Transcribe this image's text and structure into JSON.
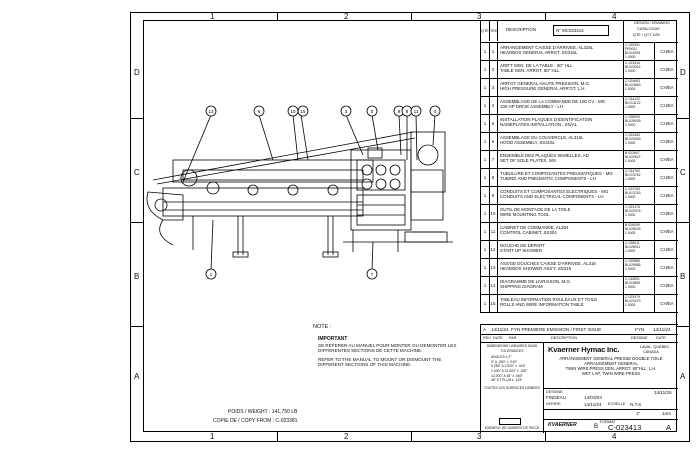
{
  "zones_top": [
    "1",
    "2",
    "3",
    "4"
  ],
  "zones_bottom": [
    "1",
    "2",
    "3",
    "4"
  ],
  "zones_side": [
    "D",
    "C",
    "B",
    "A"
  ],
  "bom": {
    "header": {
      "col_qty": "QTE",
      "col_item": "ITEM",
      "col_desc": "DESCRIPTION",
      "ref": "N° MC023413",
      "design_title": "DESIGN / DRAWING",
      "design_catalog": "CATALOGUE",
      "design_sub": "QTE / QTY   U/M"
    },
    "rows": [
      {
        "qty": "1",
        "item": "1",
        "desc_fr": "ARRANGEMENT CAISSE D'ARRIVEE, AL316L",
        "desc_en": "HEADBOX GENERAL ARRGT, SS316L",
        "part": "C-015391\nPR0011\nBL015391\n1.0000",
        "des": "CH/EA"
      },
      {
        "qty": "1",
        "item": "2",
        "desc_fr": "ARR'T GEN. DE LA TABLE - 80\" HLL",
        "desc_en": "TABLE GEN. ARRGT, 80\" HLL",
        "part": "C-023314\nBL023314\n1.0000",
        "des": "CH/EA"
      },
      {
        "qty": "1",
        "item": "3",
        "desc_fr": "ARR'GT GENERAL HAUTE PRESSION, M.G.",
        "desc_en": "HIGH PRESSURE GENERAL ARR'GT, L.H.",
        "part": "C-024663\nBL024663\n1.0000",
        "des": "CH/EA"
      },
      {
        "qty": "1",
        "item": "4",
        "desc_fr": "ASSEMBLAGE DE LA COMMANDE DE 100 CV - MG",
        "desc_en": "100 HP DRIVE ASSEMBLY - LH",
        "part": "C-014122\nBL014122\n1.0000",
        "des": "CH/EA"
      },
      {
        "qty": "1",
        "item": "5",
        "desc_fr": "INSTALLATION PLAQUES D'IDENTIFICATION",
        "desc_en": "NAMEPLATES INSTALLATION , SS/AL",
        "part": "C-028009\nBL028009\n1.0000",
        "des": "CH/EA"
      },
      {
        "qty": "1",
        "item": "6",
        "desc_fr": "ASSEMBLAGE DU COUVERCLE, AL316L",
        "desc_en": "HOOD ASSEMBLY, SS316L",
        "part": "C-023463\nBL023463\n1.0000",
        "des": "CH/EA"
      },
      {
        "qty": "1",
        "item": "7",
        "desc_fr": "ENSEMBLE DES PLAQUES SEMELLES, AD",
        "desc_en": "SET OF SOLE PLATES, WS",
        "part": "B-022647\nBL022647\n1.0000",
        "des": "CH/EA"
      },
      {
        "qty": "1",
        "item": "8",
        "desc_fr": "TUBULURE ET COMPOSANTES PNEUMATIQUES - MG",
        "desc_en": "TUBING AND PNEUMATIC COMPONENTS - LH",
        "part": "C-013762\nBL013762\n1.0000",
        "des": "CH/EA"
      },
      {
        "qty": "1",
        "item": "9",
        "desc_fr": "CONDUITS ET COMPOSANTES ELECTRIQUES - MG",
        "desc_en": "CONDUITS AND ELECTRICAL COMPONENTS - LH",
        "part": "C-013763\nBL013763\n1.0000",
        "des": "CH/EA"
      },
      {
        "qty": "1",
        "item": "10",
        "desc_fr": "OUTIL DE MONTAGE DE LA TOILE",
        "desc_en": "WIRE MOUNTING TOOL",
        "part": "C-022476\nBL022476\n1.0000",
        "des": "CH/EA"
      },
      {
        "qty": "1",
        "item": "11",
        "desc_fr": "CABINET DE COMMANDE, AL304",
        "desc_en": "CONTROL CABINET, SS304",
        "part": "B-028049\nBL028049\n1.0000",
        "des": "CH/EA"
      },
      {
        "qty": "1",
        "item": "12",
        "desc_fr": "DOUCHE DE DEPART",
        "desc_en": "START UP SHOWER",
        "part": "C-028011\nBL028011\n1.0000",
        "des": "CH/EA"
      },
      {
        "qty": "1",
        "item": "13",
        "desc_fr": "ASS'GE DOUCHES CAISSE D'ARRIVEE, AL316",
        "desc_en": "HEADBOX SHOWER ASS'Y, SS316",
        "part": "C-029885\nBL029885\n1.0000",
        "des": "CH/EA"
      },
      {
        "qty": "1",
        "item": "14",
        "desc_fr": "DIAGRAMME DE LIVRAISON, M.G.",
        "desc_en": "SHIPPING DIAGRAM",
        "part": "C-015891\nBL015891\n1.0000",
        "des": "CH/EA"
      },
      {
        "qty": "1",
        "item": "15",
        "desc_fr": "TABLEAU INFORMATION ROULEAUX ET TOILE",
        "desc_en": "ROLLS AND WIRE INFORMATION TABLE",
        "part": "C-022479\nBL022479\n1.0000",
        "des": "CH/EA"
      }
    ]
  },
  "drawing": {
    "balloons": [
      "13",
      "6",
      "10",
      "15",
      "3",
      "5",
      "9",
      "8",
      "11",
      "4",
      "1",
      "7"
    ],
    "note_title": "NOTE :",
    "important": "IMPORTANT",
    "note_fr": "SE REFERER AU MANUEL POUR MONTER OU DEMONTER LES DIFFERENTES SECTIONS DE CETTE MACHINE.",
    "note_en": "REFER TO THE MANUAL TO MOUNT OR DISMOUNT THE DIFFERENT SECTIONS OF THIS MACHINE.",
    "weight": "POIDS / WEIGHT : 141,750 LB",
    "copy": "COPIE DE / COPY FROM : C-023381"
  },
  "revision": {
    "rev": "A",
    "date": "14/11/24",
    "desc": "FYN PREMIERE EMISSION / FIRST ISSUE",
    "by": "FYN",
    "cols": [
      "REV",
      "DATE",
      "PAR",
      "DESCRIPTION",
      "DESSINE",
      "DATE"
    ]
  },
  "tolerance": {
    "title": "DIMENSIONS LINEAIRES SANS TOLERANCES",
    "lines": [
      "ANGLES ± 2°",
      "0\" A .250\"  ± .010\"",
      "0.250\" A 2.000\"  ± .015\"",
      "2.000\" A 12.000\"  ± .030\"",
      "12.000\" A 48\"  ± .060\"",
      "48\" ET PLUS  ± .125\""
    ],
    "surface": "TOUTES LES SURFACES USINEES",
    "part_label": "EXEMPLE DE NUMERO DE PIECE"
  },
  "title_block": {
    "company": "Kvaerner Hymac Inc.",
    "city": "LAVAL, QUEBEC",
    "country": "CANADA",
    "title_1": "ARRANGEMENT GENERAL PRESSE DOUBLE TOILE",
    "title_2": "ARRANGEMENT GENERAL",
    "title_3": "TWIN WIRE PRESS GEN. ARRGT. 80\"HLL, L.H.",
    "title_4": "WET LAP, TWIN WIRE PRESS",
    "drawn_label": "DESSINE",
    "drawn_by": "FINDEAU",
    "drawn_date": "14/03/04",
    "checked_label": "VERIFIE",
    "checked_date": "14/11/24",
    "approved_date": "14/11/25",
    "scale_label": "ECHELLE",
    "scale": "N.T.S",
    "format": "1\"",
    "sheet": "1om",
    "logo": "KVAERNER",
    "sheet_label": "B",
    "dwg_label": "FORMAT",
    "dwg_no": "C-023413",
    "rev": "A"
  }
}
